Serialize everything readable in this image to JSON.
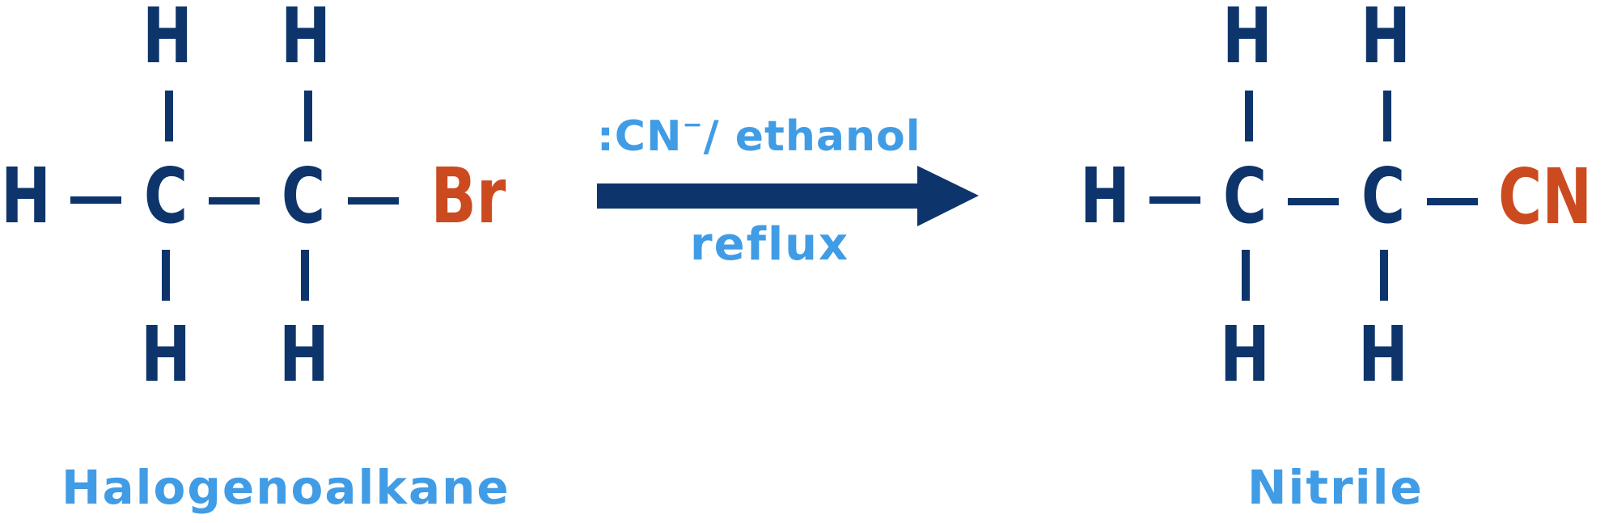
{
  "colors": {
    "skeleton": "#0E356B",
    "functional_group": "#CC4A1F",
    "labels": "#419CE6",
    "background": "#FFFFFF"
  },
  "reactant": {
    "name": "Halogenoalkane",
    "atoms": {
      "h_left": "H",
      "c1": "C",
      "c2": "C",
      "h_top_1": "H",
      "h_top_2": "H",
      "h_bottom_1": "H",
      "h_bottom_2": "H",
      "functional_group": "Br"
    }
  },
  "reaction": {
    "reagent": ":CN",
    "reagent_charge": "−",
    "solvent": "/ ethanol",
    "condition": "reflux",
    "arrow_icon": "right-arrow"
  },
  "product": {
    "name": "Nitrile",
    "atoms": {
      "h_left": "H",
      "c1": "C",
      "c2": "C",
      "h_top_1": "H",
      "h_top_2": "H",
      "h_bottom_1": "H",
      "h_bottom_2": "H",
      "functional_group": "CN"
    }
  }
}
